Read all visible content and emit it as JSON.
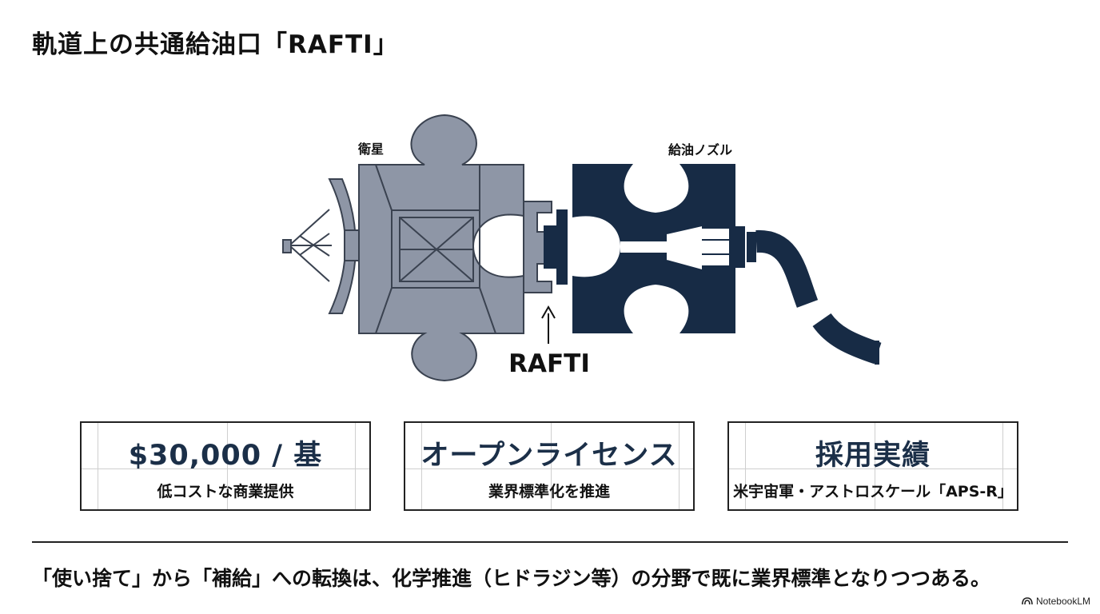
{
  "title": "軌道上の共通給油口「RAFTI」",
  "diagram": {
    "satellite_label": "衛星",
    "nozzle_label": "給油ノズル",
    "interface_label": "RAFTI",
    "satellite_color": "#8e96a6",
    "nozzle_color": "#172b45"
  },
  "cards": [
    {
      "title": "$30,000 / 基",
      "subtitle": "低コストな商業提供"
    },
    {
      "title": "オープンライセンス",
      "subtitle": "業界標準化を推進"
    },
    {
      "title": "採用実績",
      "subtitle": "米宇宙軍・アストロスケール「APS-R」"
    }
  ],
  "bottom_text": "「使い捨て」から「補給」への転換は、化学推進（ヒドラジン等）の分野で既に業界標準となりつつある。",
  "brand": "NotebookLM"
}
